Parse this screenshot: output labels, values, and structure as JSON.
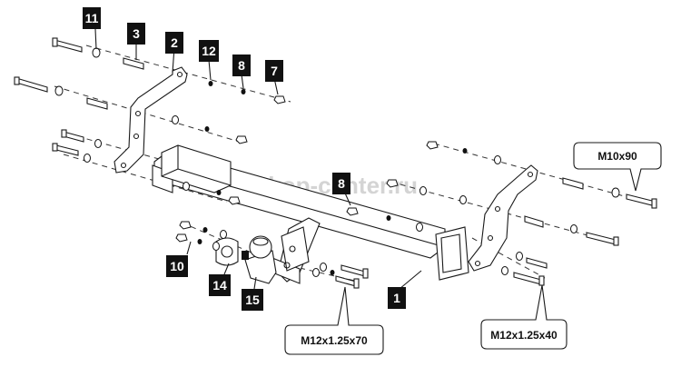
{
  "watermark": "farkop-center.ru",
  "part_numbers": [
    "11",
    "3",
    "2",
    "12",
    "8",
    "7",
    "8",
    "10",
    "14",
    "15",
    "1"
  ],
  "callouts": [
    "M10x90",
    "M12x1.25x70",
    "M12x1.25x40"
  ]
}
